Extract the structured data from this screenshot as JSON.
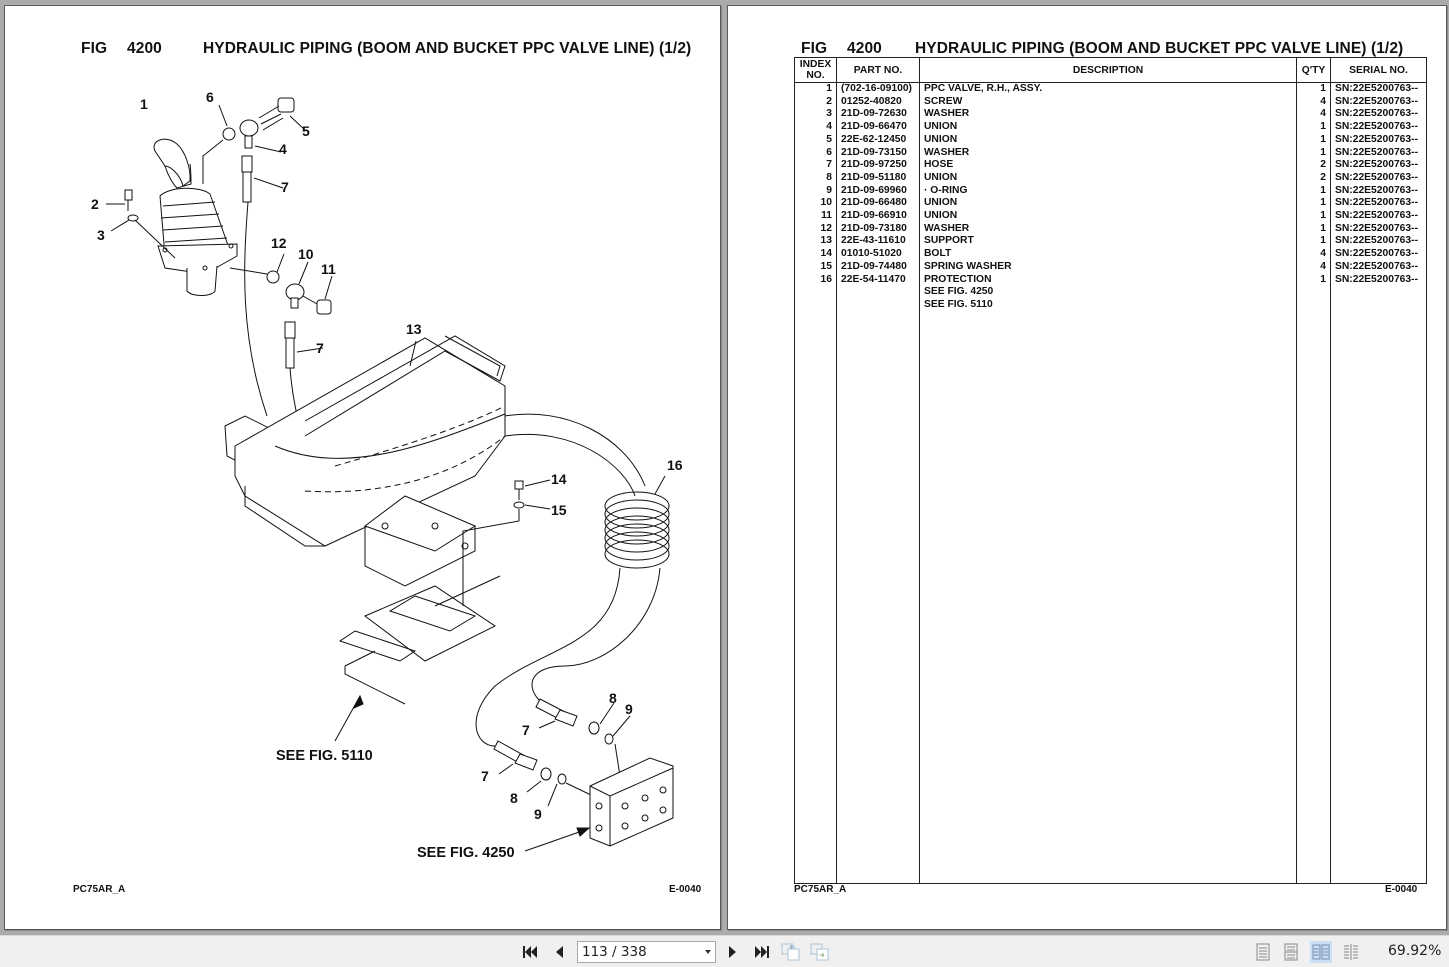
{
  "viewer": {
    "page_current": "113",
    "page_total": "338",
    "page_display": "113 / 338",
    "zoom": "69.92%",
    "nav_icons": [
      "first-page-icon",
      "previous-page-icon",
      "next-page-icon",
      "last-page-icon",
      "previous-view-icon",
      "next-view-icon"
    ],
    "view_modes": [
      {
        "name": "single-page",
        "active": false
      },
      {
        "name": "single-page-continuous",
        "active": false
      },
      {
        "name": "two-page",
        "active": true
      },
      {
        "name": "two-page-continuous",
        "active": false
      }
    ]
  },
  "left_page": {
    "fig_label": "FIG",
    "fig_number": "4200",
    "title": "HYDRAULIC PIPING (BOOM AND BUCKET PPC VALVE LINE) (1/2)",
    "footer_left": "PC75AR_A",
    "footer_right": "E-0040",
    "callouts": [
      "1",
      "6",
      "5",
      "4",
      "7",
      "2",
      "3",
      "12",
      "10",
      "11",
      "7",
      "13",
      "14",
      "15",
      "16",
      "8",
      "9",
      "7",
      "7",
      "8",
      "9"
    ],
    "see_fig_5110": "SEE FIG. 5110",
    "see_fig_4250": "SEE FIG. 4250"
  },
  "right_page": {
    "fig_label": "FIG",
    "fig_number": "4200",
    "title": "HYDRAULIC PIPING (BOOM AND BUCKET PPC VALVE LINE) (1/2)",
    "footer_left": "PC75AR_A",
    "footer_right": "E-0040",
    "table": {
      "headers": {
        "index_line1": "INDEX",
        "index_line2": "NO.",
        "part_no": "PART NO.",
        "description": "DESCRIPTION",
        "qty": "Q'TY",
        "serial_no": "SERIAL NO."
      },
      "rows": [
        {
          "index": "1",
          "part_no": "(702-16-09100)",
          "description": "PPC VALVE, R.H., ASSY.",
          "qty": "1",
          "serial_no": "SN:22E5200763--"
        },
        {
          "index": "2",
          "part_no": "01252-40820",
          "description": "SCREW",
          "qty": "4",
          "serial_no": "SN:22E5200763--"
        },
        {
          "index": "3",
          "part_no": "21D-09-72630",
          "description": "WASHER",
          "qty": "4",
          "serial_no": "SN:22E5200763--"
        },
        {
          "index": "4",
          "part_no": "21D-09-66470",
          "description": "UNION",
          "qty": "1",
          "serial_no": "SN:22E5200763--"
        },
        {
          "index": "5",
          "part_no": "22E-62-12450",
          "description": "UNION",
          "qty": "1",
          "serial_no": "SN:22E5200763--"
        },
        {
          "index": "6",
          "part_no": "21D-09-73150",
          "description": "WASHER",
          "qty": "1",
          "serial_no": "SN:22E5200763--"
        },
        {
          "index": "7",
          "part_no": "21D-09-97250",
          "description": "HOSE",
          "qty": "2",
          "serial_no": "SN:22E5200763--"
        },
        {
          "index": "8",
          "part_no": "21D-09-51180",
          "description": "UNION",
          "qty": "2",
          "serial_no": "SN:22E5200763--"
        },
        {
          "index": "9",
          "part_no": "21D-09-69960",
          "description": "·  O-RING",
          "qty": "1",
          "serial_no": "SN:22E5200763--"
        },
        {
          "index": "10",
          "part_no": "21D-09-66480",
          "description": "UNION",
          "qty": "1",
          "serial_no": "SN:22E5200763--"
        },
        {
          "index": "11",
          "part_no": "21D-09-66910",
          "description": "UNION",
          "qty": "1",
          "serial_no": "SN:22E5200763--"
        },
        {
          "index": "12",
          "part_no": "21D-09-73180",
          "description": "WASHER",
          "qty": "1",
          "serial_no": "SN:22E5200763--"
        },
        {
          "index": "13",
          "part_no": "22E-43-11610",
          "description": "SUPPORT",
          "qty": "1",
          "serial_no": "SN:22E5200763--"
        },
        {
          "index": "14",
          "part_no": "01010-51020",
          "description": "BOLT",
          "qty": "4",
          "serial_no": "SN:22E5200763--"
        },
        {
          "index": "15",
          "part_no": "21D-09-74480",
          "description": "SPRING WASHER",
          "qty": "4",
          "serial_no": "SN:22E5200763--"
        },
        {
          "index": "16",
          "part_no": "22E-54-11470",
          "description": "PROTECTION",
          "qty": "1",
          "serial_no": "SN:22E5200763--"
        },
        {
          "index": "",
          "part_no": "",
          "description": "SEE FIG. 4250",
          "qty": "",
          "serial_no": ""
        },
        {
          "index": "",
          "part_no": "",
          "description": "SEE FIG. 5110",
          "qty": "",
          "serial_no": ""
        }
      ]
    }
  }
}
